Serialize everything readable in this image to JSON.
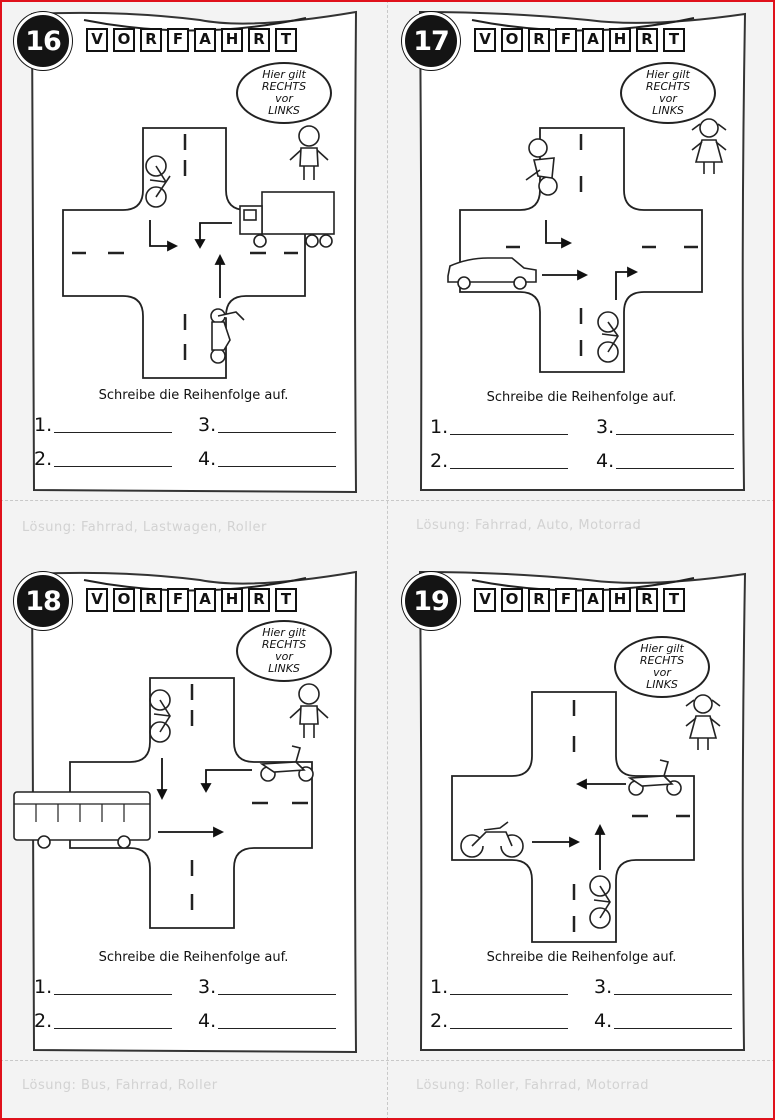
{
  "banner_letters": [
    "V",
    "O",
    "R",
    "F",
    "A",
    "H",
    "R",
    "T"
  ],
  "cards": [
    {
      "number": "16",
      "bubble": [
        "Hier gilt",
        "RECHTS",
        "vor",
        "LINKS"
      ],
      "instruction": "Schreibe die Reihenfolge auf.",
      "answer_labels": [
        "1.",
        "2.",
        "3.",
        "4."
      ],
      "solution": "Lösung: Fahrrad, Lastwagen, Roller",
      "vehicles": [
        "bicycle-icon",
        "truck-icon",
        "scooter-icon"
      ]
    },
    {
      "number": "17",
      "bubble": [
        "Hier gilt",
        "RECHTS",
        "vor",
        "LINKS"
      ],
      "instruction": "Schreibe die Reihenfolge auf.",
      "answer_labels": [
        "1.",
        "2.",
        "3.",
        "4."
      ],
      "solution": "Lösung: Fahrrad, Auto, Motorrad",
      "vehicles": [
        "motorcycle-icon",
        "car-icon",
        "bicycle-icon"
      ]
    },
    {
      "number": "18",
      "bubble": [
        "Hier gilt",
        "RECHTS",
        "vor",
        "LINKS"
      ],
      "instruction": "Schreibe die Reihenfolge auf.",
      "answer_labels": [
        "1.",
        "2.",
        "3.",
        "4."
      ],
      "solution": "Lösung: Bus, Fahrrad, Roller",
      "vehicles": [
        "bicycle-icon",
        "scooter-icon",
        "bus-icon"
      ]
    },
    {
      "number": "19",
      "bubble": [
        "Hier gilt",
        "RECHTS",
        "vor",
        "LINKS"
      ],
      "instruction": "Schreibe die Reihenfolge auf.",
      "answer_labels": [
        "1.",
        "2.",
        "3.",
        "4."
      ],
      "solution": "Lösung: Roller, Fahrrad, Motorrad",
      "vehicles": [
        "scooter-icon",
        "motorcycle-icon",
        "bicycle-icon"
      ]
    }
  ]
}
